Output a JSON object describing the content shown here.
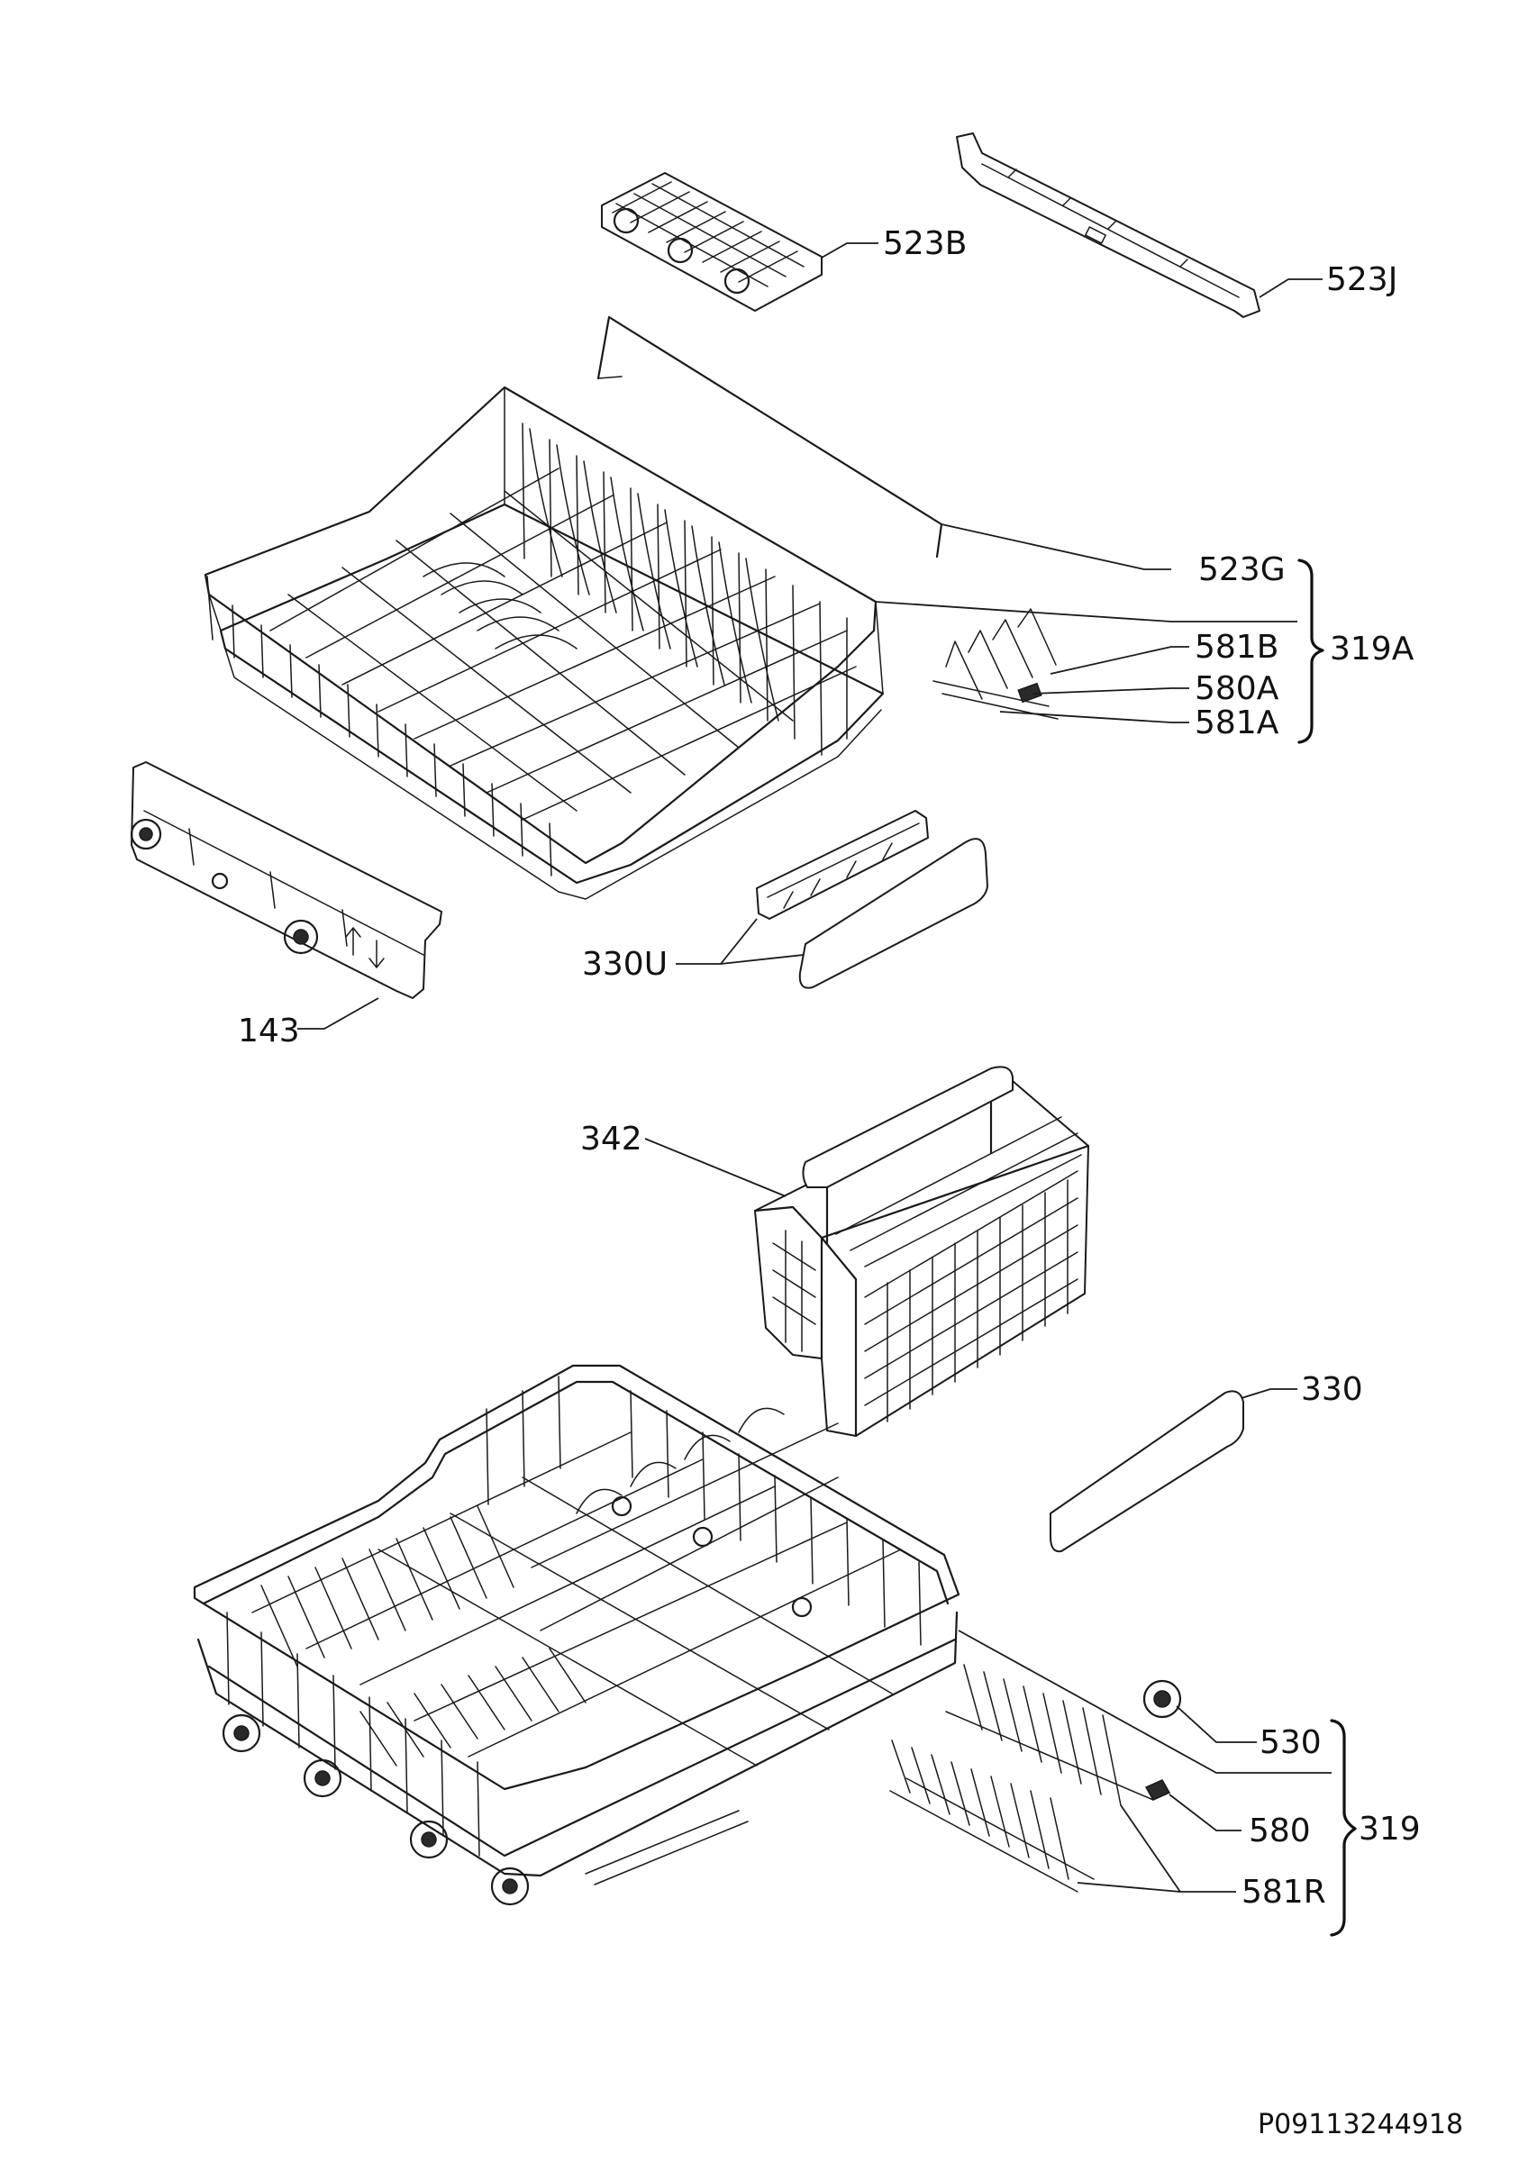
{
  "labels": {
    "l523B": "523B",
    "l523J": "523J",
    "l523G": "523G",
    "l581B": "581B",
    "l580A": "580A",
    "l581A": "581A",
    "l319A": "319A",
    "l330U": "330U",
    "l143": "143",
    "l342": "342",
    "l330": "330",
    "l530": "530",
    "l580": "580",
    "l319": "319",
    "l581R": "581R"
  },
  "document_code": "P09113244918"
}
